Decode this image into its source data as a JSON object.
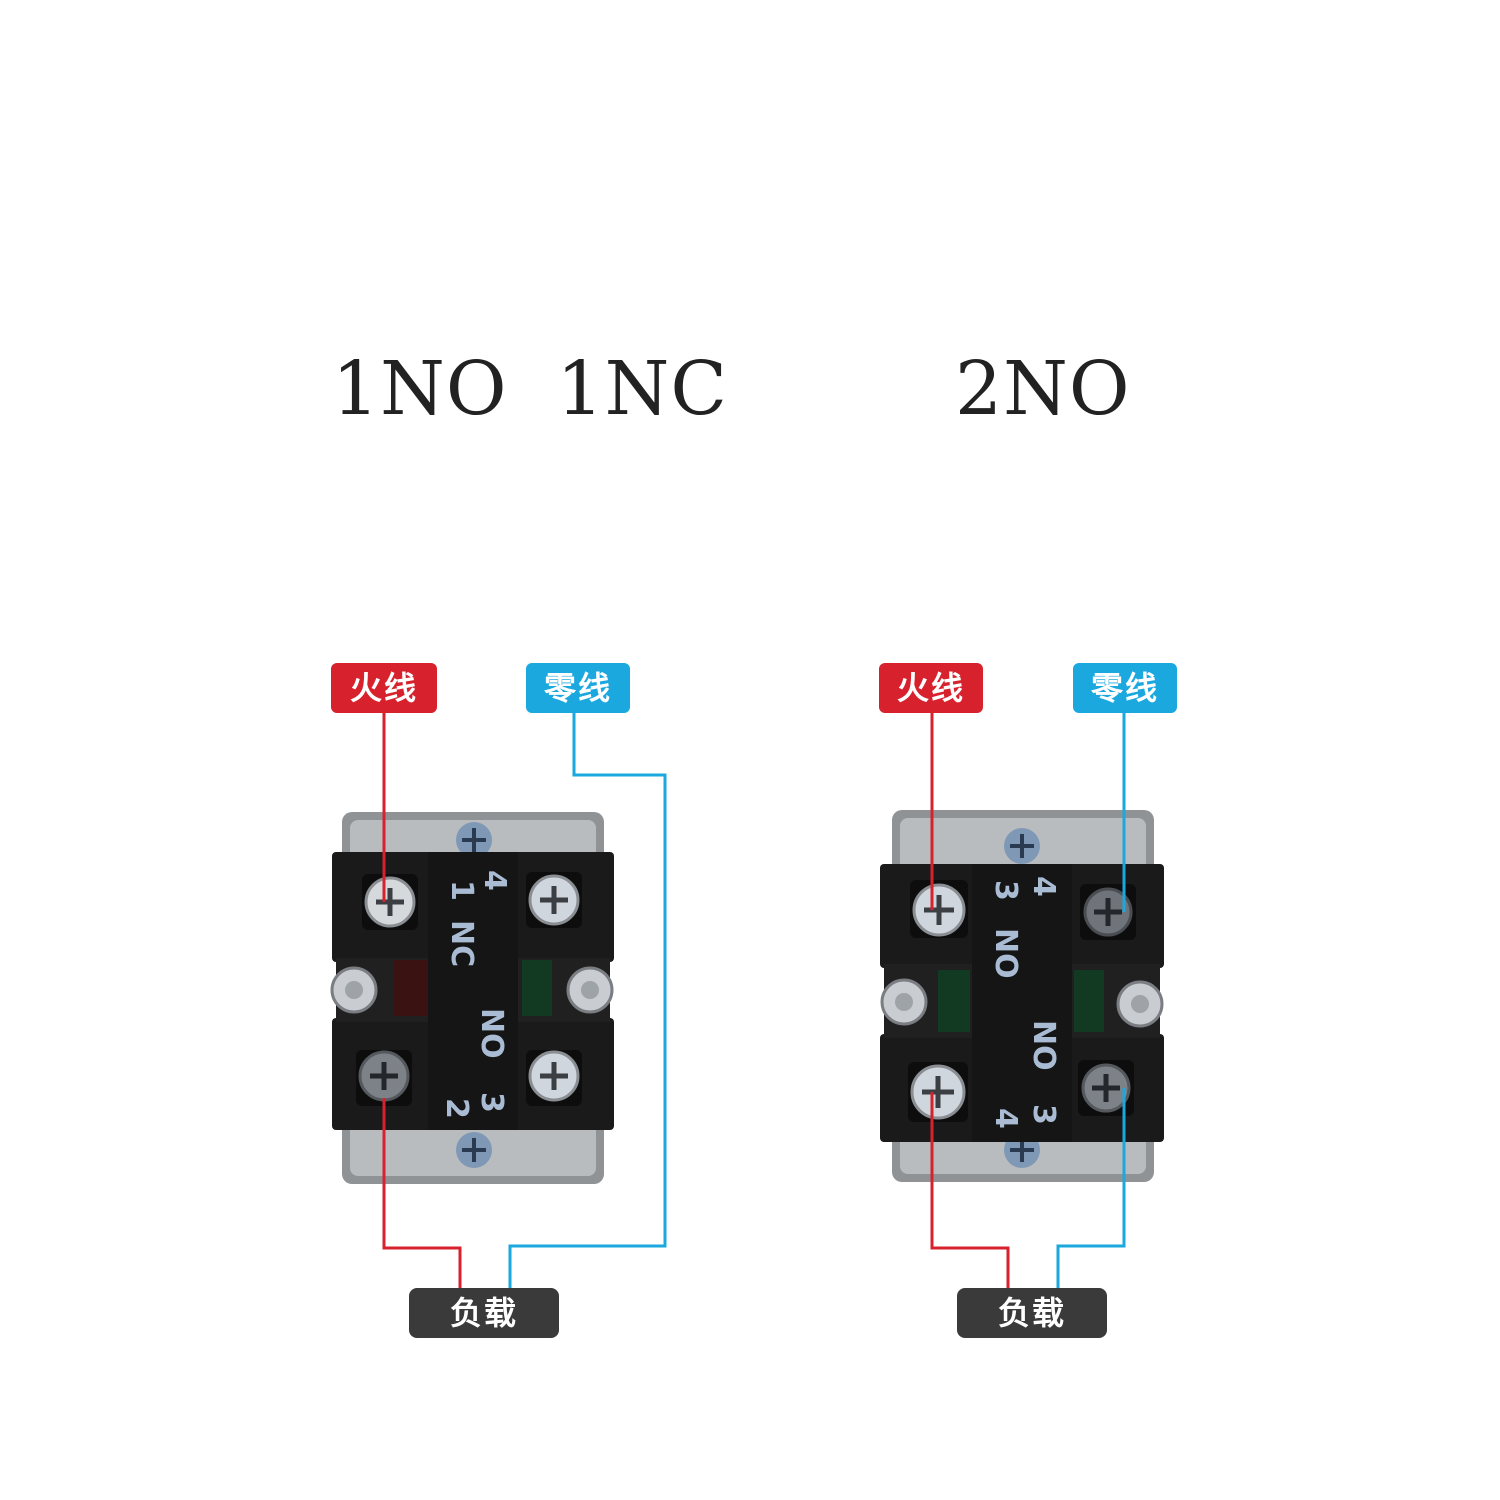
{
  "headings": {
    "left": "1NO  1NC",
    "right": "2NO"
  },
  "colors": {
    "live": "#d7222d",
    "neutral": "#1aa8de",
    "load": "#3a3a3a",
    "block_body": "#1a1a1a",
    "label_text": "#a9bcd4"
  },
  "left_diagram": {
    "live_tag": "火线",
    "neutral_tag": "零线",
    "load_tag": "负载",
    "terminals": {
      "upper_left": "1",
      "upper_right": "4",
      "upper_type": "NC",
      "lower_type": "NO",
      "lower_left": "2",
      "lower_right": "3"
    }
  },
  "right_diagram": {
    "live_tag": "火线",
    "neutral_tag": "零线",
    "load_tag": "负载",
    "terminals": {
      "upper_left": "3",
      "upper_right": "4",
      "upper_type": "NO",
      "lower_type": "NO",
      "lower_left": "4",
      "lower_right": "3"
    }
  }
}
